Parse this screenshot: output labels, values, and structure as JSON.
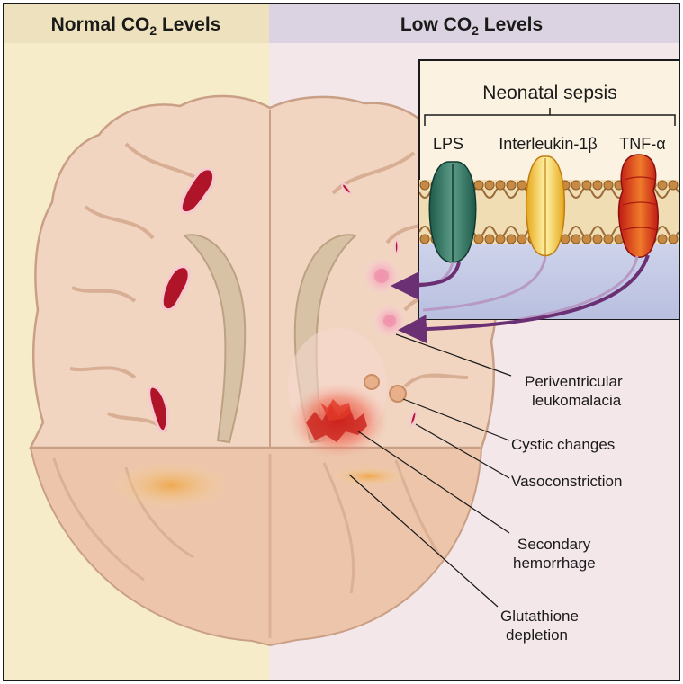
{
  "headers": {
    "normal": "Normal CO₂ Levels",
    "low": "Low CO₂ Levels"
  },
  "inset": {
    "title": "Neonatal sepsis",
    "receptors": [
      "LPS",
      "Interleukin-1β",
      "TNF-α"
    ]
  },
  "labels": {
    "pvl_1": "Periventricular",
    "pvl_2": "leukomalacia",
    "cystic": "Cystic changes",
    "vaso": "Vasoconstriction",
    "hem_1": "Secondary",
    "hem_2": "hemorrhage",
    "glu_1": "Glutathione",
    "glu_2": "depletion"
  },
  "colors": {
    "normal_bg": "#f7ecca",
    "low_bg": "#f3e7ea",
    "header_normal": "#eee1bd",
    "header_low": "#dcd3e2",
    "brain_tissue": "#f1d5c0",
    "brain_outline": "#c99f86",
    "vessel_red": "#b01429",
    "arrow_purple": "#6b2f73"
  }
}
